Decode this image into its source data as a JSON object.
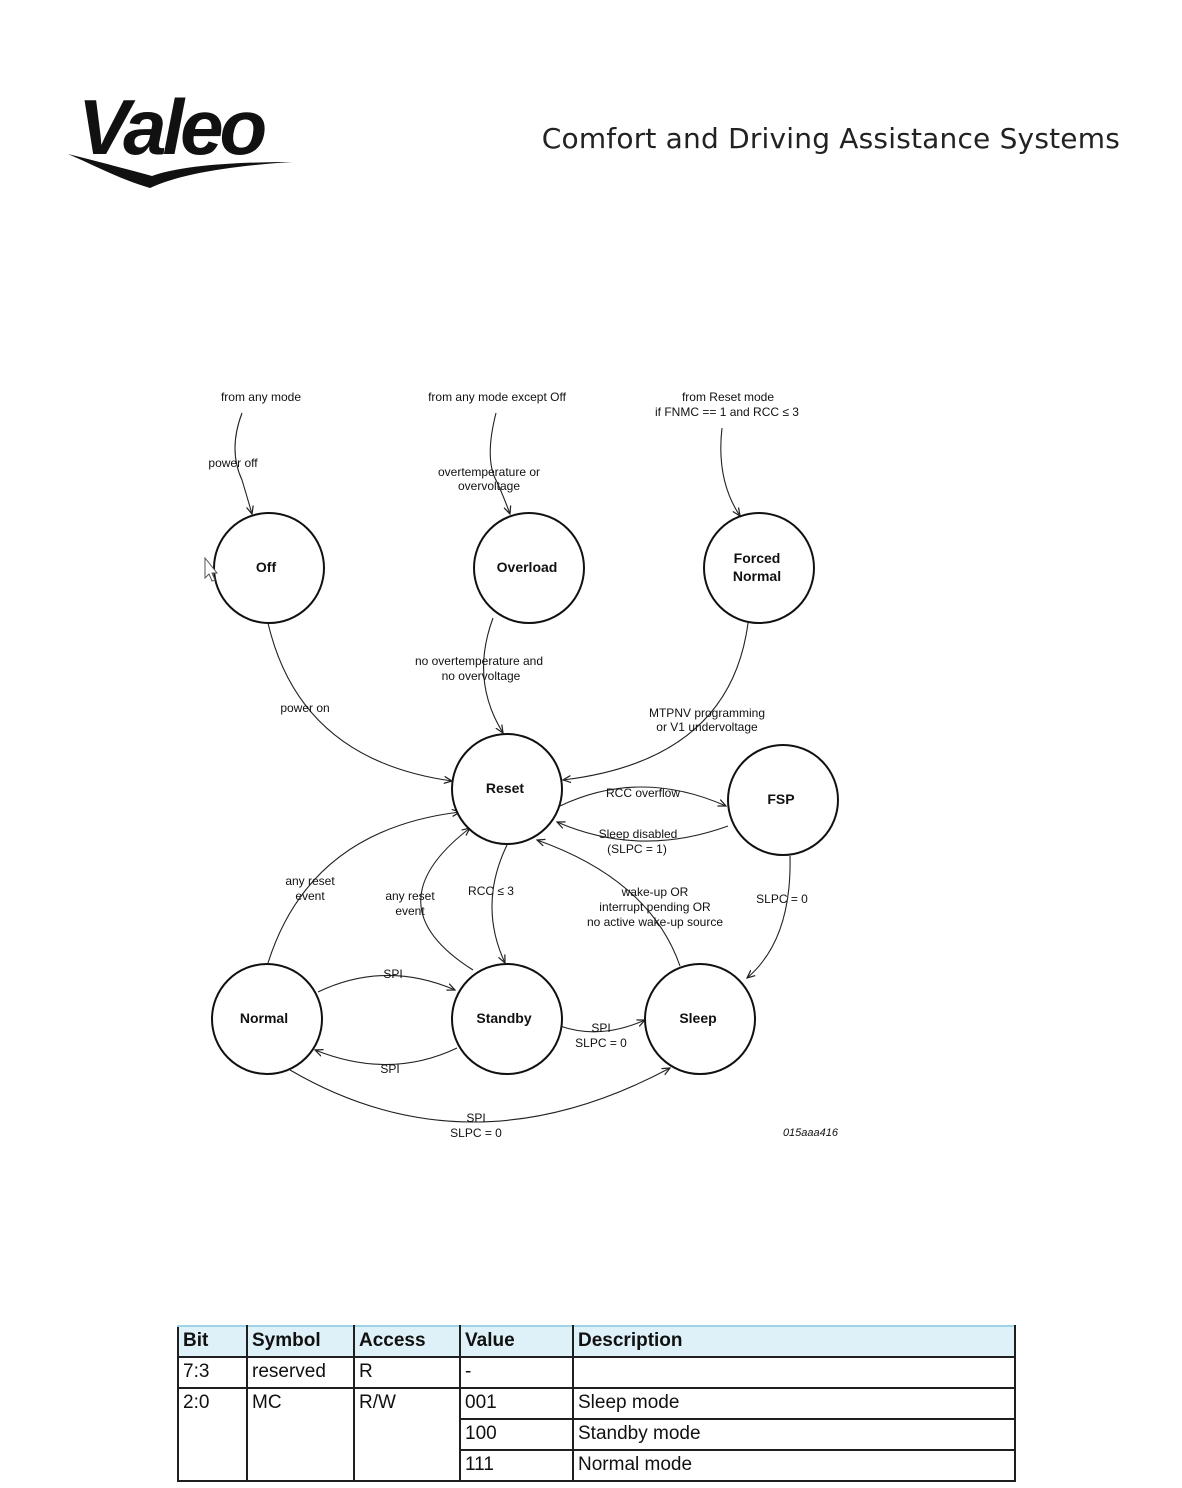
{
  "header": {
    "logo_text": "Valeo",
    "subtitle": "Comfort and Driving Assistance Systems"
  },
  "diagram": {
    "states": {
      "off": "Off",
      "overload": "Overload",
      "forced_normal": [
        "Forced",
        "Normal"
      ],
      "reset": "Reset",
      "fsp": "FSP",
      "normal": "Normal",
      "standby": "Standby",
      "sleep": "Sleep"
    },
    "labels": {
      "from_any_mode": "from any mode",
      "power_off": "power off",
      "from_any_except_off": "from any mode except Off",
      "overtemp_or_overvolt": [
        "overtemperature or",
        "overvoltage"
      ],
      "from_reset_mode": [
        "from Reset mode",
        "if FNMC == 1 and RCC ≤ 3"
      ],
      "power_on": "power on",
      "no_overtemp": [
        "no overtemperature and",
        "no overvoltage"
      ],
      "mtpnv": [
        "MTPNV programming",
        "or V1 undervoltage"
      ],
      "rcc_overflow": "RCC overflow",
      "sleep_disabled": [
        "Sleep disabled",
        "(SLPC = 1)"
      ],
      "any_reset_event_1": [
        "any reset",
        "event"
      ],
      "any_reset_event_2": [
        "any reset",
        "event"
      ],
      "rcc_le_3": "RCC ≤ 3",
      "wake_up": [
        "wake-up OR",
        "interrupt pending OR",
        "no active wake-up source"
      ],
      "slpc_0": "SLPC = 0",
      "spi_normal_standby": "SPI",
      "spi_standby_normal": "SPI",
      "spi_standby_sleep": [
        "SPI",
        "SLPC = 0"
      ],
      "spi_normal_sleep": [
        "SPI",
        "SLPC = 0"
      ]
    },
    "figure_id": "015aaa416"
  },
  "table": {
    "headers": [
      "Bit",
      "Symbol",
      "Access",
      "Value",
      "Description"
    ],
    "rows": [
      [
        "7:3",
        "reserved",
        "R",
        "-",
        ""
      ],
      [
        "2:0",
        "MC",
        "R/W",
        "001",
        "Sleep mode"
      ],
      [
        "",
        "",
        "",
        "100",
        "Standby mode"
      ],
      [
        "",
        "",
        "",
        "111",
        "Normal mode"
      ]
    ]
  }
}
